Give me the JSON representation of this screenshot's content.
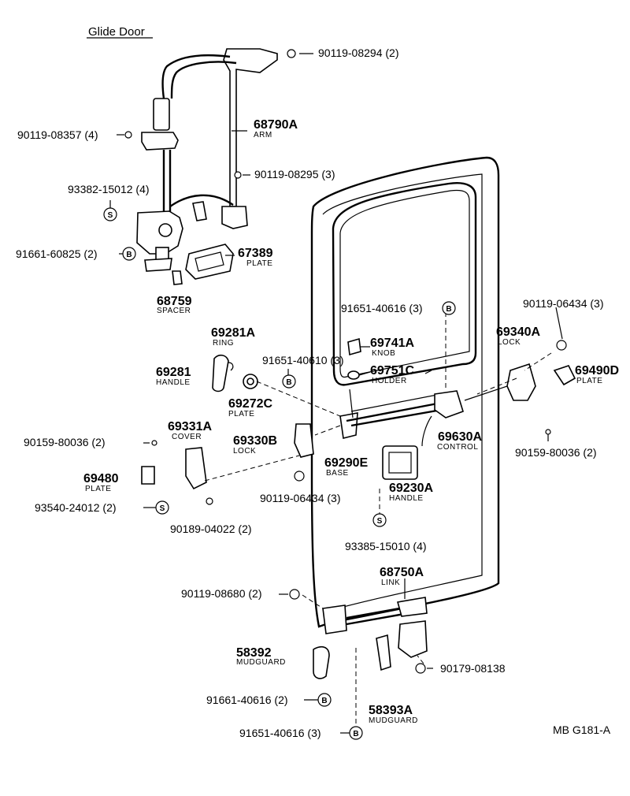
{
  "title": "Glide Door",
  "code": "MB G181-A",
  "markers": {
    "bolt": "B",
    "screw": "S"
  },
  "fasteners": [
    "90119-08294 (2)",
    "90119-08357 (4)",
    "90119-08295 (3)",
    "93382-15012 (4)",
    "91661-60825 (2)",
    "91651-40616 (3)",
    "90119-06434 (3)",
    "91651-40610 (3)",
    "90159-80036 (2)",
    "90159-80036 (2)",
    "93540-24012 (2)",
    "90189-04022 (2)",
    "90119-06434 (3)",
    "93385-15010 (4)",
    "90119-08680 (2)",
    "90179-08138",
    "91661-40616 (2)",
    "91651-40616 (3)"
  ],
  "parts": [
    {
      "number": "68790A",
      "name": "ARM"
    },
    {
      "number": "67389",
      "name": "PLATE"
    },
    {
      "number": "68759",
      "name": "SPACER"
    },
    {
      "number": "69281A",
      "name": "RING"
    },
    {
      "number": "69281",
      "name": "HANDLE"
    },
    {
      "number": "69741A",
      "name": "KNOB"
    },
    {
      "number": "69751C",
      "name": "HOLDER"
    },
    {
      "number": "69340A",
      "name": "LOCK"
    },
    {
      "number": "69490D",
      "name": "PLATE"
    },
    {
      "number": "69272C",
      "name": "PLATE"
    },
    {
      "number": "69331A",
      "name": "COVER"
    },
    {
      "number": "69330B",
      "name": "LOCK"
    },
    {
      "number": "69290E",
      "name": "BASE"
    },
    {
      "number": "69630A",
      "name": "CONTROL"
    },
    {
      "number": "69480",
      "name": "PLATE"
    },
    {
      "number": "69230A",
      "name": "HANDLE"
    },
    {
      "number": "68750A",
      "name": "LINK"
    },
    {
      "number": "58392",
      "name": "MUDGUARD"
    },
    {
      "number": "58393A",
      "name": "MUDGUARD"
    }
  ]
}
